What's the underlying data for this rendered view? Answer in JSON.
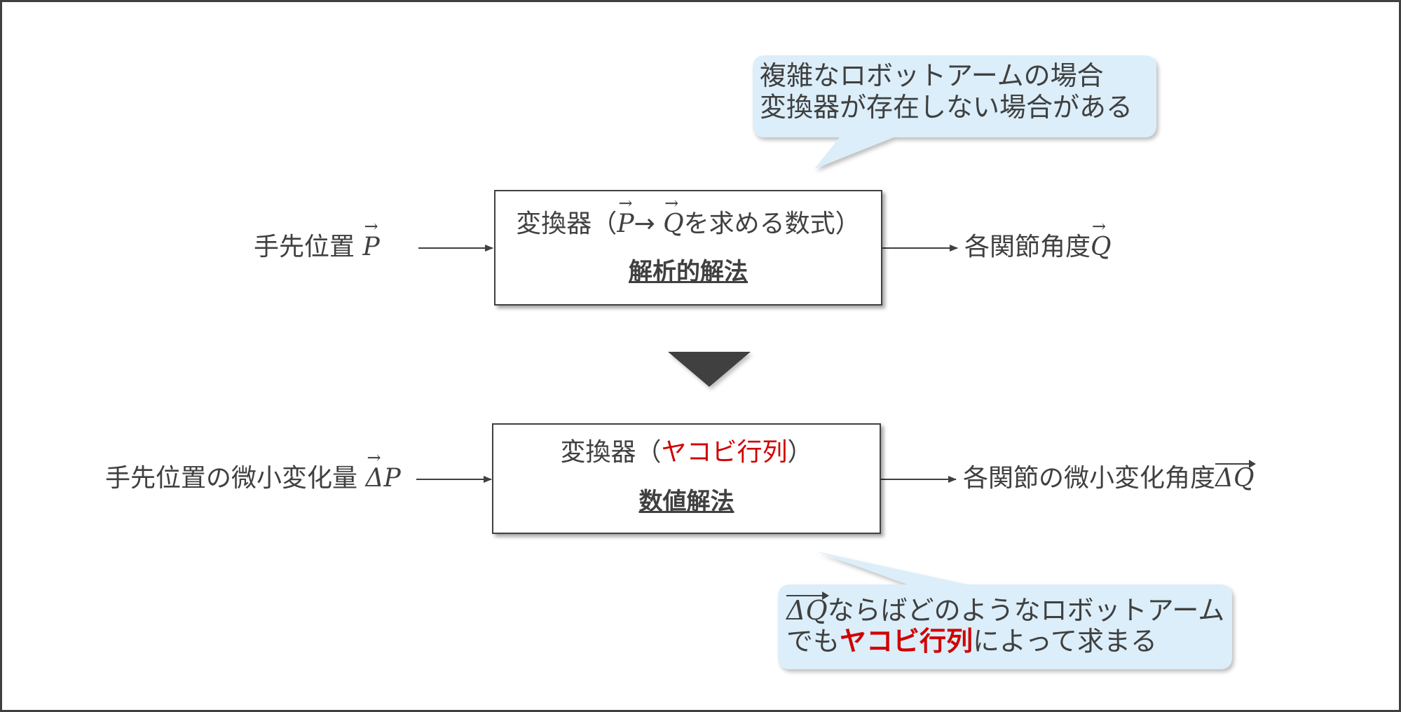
{
  "top": {
    "input_label": "手先位置 ",
    "input_symbol": "P",
    "box_prefix": "変換器（",
    "box_p": "P",
    "box_arrow": "→ ",
    "box_q": "Q",
    "box_suffix": "を求める数式）",
    "method": "解析的解法",
    "output_label": "各関節角度",
    "output_symbol": "Q"
  },
  "bottom": {
    "input_label": "手先位置の微小変化量 ",
    "input_symbol": "ΔP",
    "box_prefix": "変換器（",
    "box_highlight": "ヤコビ行列",
    "box_suffix": "）",
    "method": "数値解法",
    "output_label": "各関節の微小変化角度",
    "output_symbol": "ΔQ"
  },
  "callout_top": {
    "line1": "複雑なロボットアームの場合",
    "line2": "変換器が存在しない場合がある"
  },
  "callout_bottom": {
    "line1_symbol": "ΔQ",
    "line1_text": "ならばどのようなロボットアーム",
    "line2_prefix": "でも",
    "line2_highlight": "ヤコビ行列",
    "line2_suffix": "によって求まる"
  },
  "colors": {
    "text": "#404040",
    "highlight": "#d00000",
    "callout_fill": "#dbeef9",
    "down_arrow": "#404040"
  }
}
